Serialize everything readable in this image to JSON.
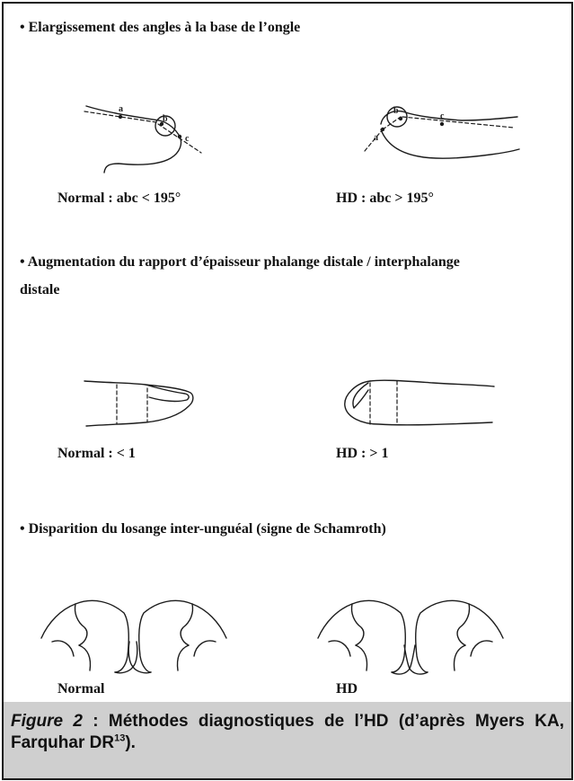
{
  "sections": [
    {
      "heading": "• Elargissement des angles à la base de l’ongle",
      "normal_label": "Normal : abc < 195°",
      "hd_label": "HD : abc > 195°",
      "point_labels": [
        "a",
        "b",
        "c"
      ]
    },
    {
      "heading_line1": "• Augmentation du rapport d’épaisseur phalange distale / interphalange",
      "heading_line2": "distale",
      "normal_label": "Normal : < 1",
      "hd_label": "HD : > 1"
    },
    {
      "heading": "• Disparition du losange inter-unguéal (signe de Schamroth)",
      "normal_label": "Normal",
      "hd_label": "HD"
    }
  ],
  "caption": {
    "figure_label": "Figure 2",
    "text": " : Méthodes diagnostiques de l’HD (d’après Myers KA, Farquhar DR",
    "ref_superscript": "13",
    "text_end": ")."
  }
}
